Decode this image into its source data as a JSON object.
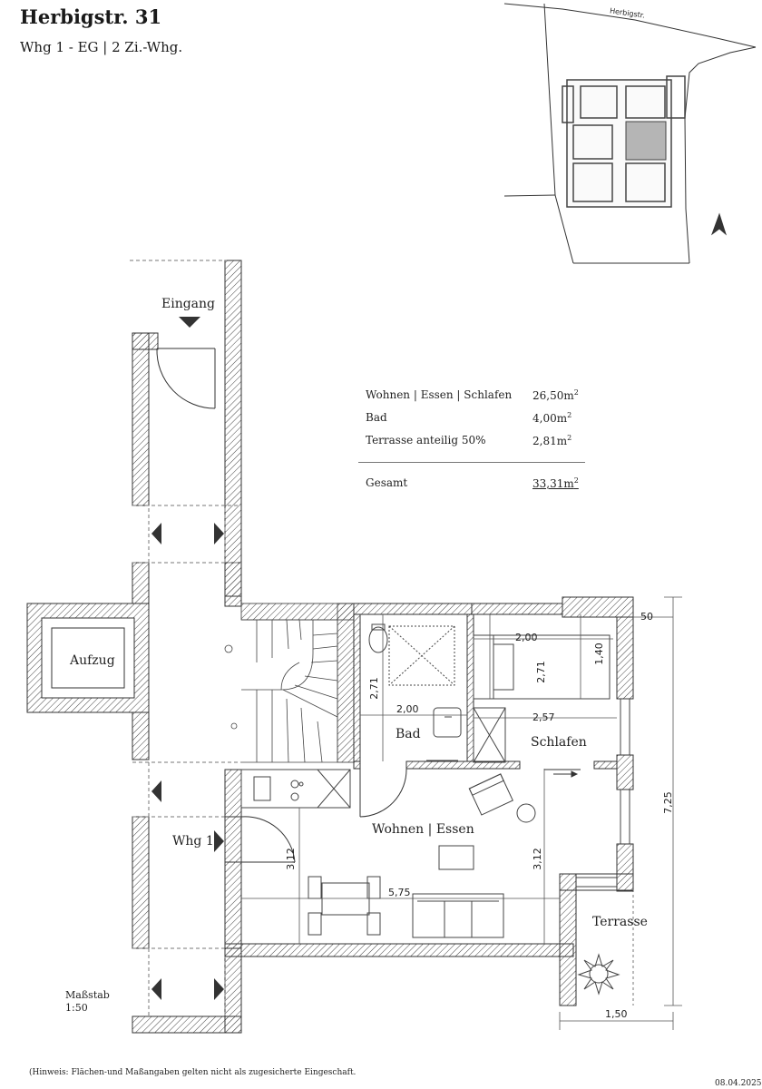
{
  "header": {
    "title": "Herbigstr. 31",
    "subtitle": "Whg 1 - EG | 2 Zi.-Whg."
  },
  "site_plan": {
    "street_label": "Herbigstr."
  },
  "areas": {
    "rows": [
      {
        "label": "Wohnen | Essen | Schlafen",
        "value": "26,50m",
        "unit_sup": "2"
      },
      {
        "label": "Bad",
        "value": "4,00m",
        "unit_sup": "2"
      },
      {
        "label": "Terrasse anteilig 50%",
        "value": "2,81m",
        "unit_sup": "2"
      }
    ],
    "total": {
      "label": "Gesamt",
      "value": "33,31m",
      "unit_sup": "2"
    }
  },
  "rooms": {
    "entrance": "Eingang",
    "elevator": "Aufzug",
    "bath": "Bad",
    "bedroom": "Schlafen",
    "living": "Wohnen | Essen",
    "unit": "Whg 1",
    "terrace": "Terrasse"
  },
  "dimensions": {
    "bath_width": "2,00",
    "bath_height": "2,71",
    "bed_width": "2,00",
    "bed_height": "2,71",
    "bed_depth": "1,40",
    "bed_room_width": "2,57",
    "wall_offset": "50",
    "total_height": "7,25",
    "living_width": "5,75",
    "living_height_left": "3,12",
    "living_height_right": "3,12",
    "terrace_width": "1,50"
  },
  "scale": {
    "label": "Maßstab",
    "value": "1:50"
  },
  "footer": {
    "note": "(Hinweis: Flächen-und Maßangaben gelten nicht als zugesicherte Eingeschaft.",
    "date": "08.04.2025"
  },
  "colors": {
    "wall_line": "#333333",
    "highlight": "#b5b5b5",
    "hatch": "#444444"
  }
}
